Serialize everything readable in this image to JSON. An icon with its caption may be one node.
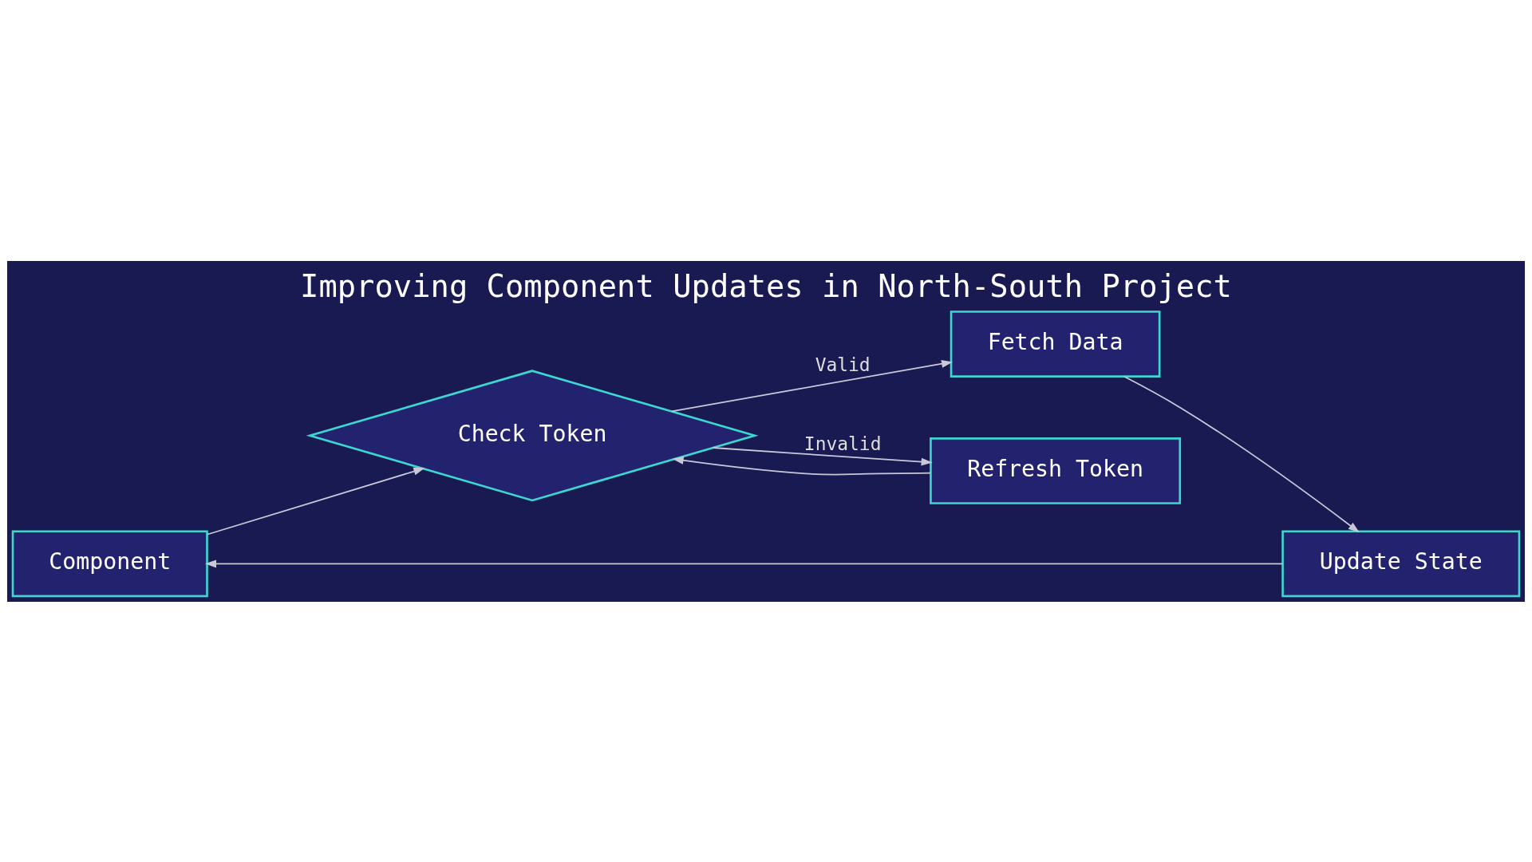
{
  "diagram": {
    "title": "Improving Component Updates in North-South Project",
    "nodes": [
      {
        "text": [
          "Component"
        ]
      },
      {
        "text": [
          "Check Token"
        ]
      },
      {
        "text": [
          "Fetch Data"
        ]
      },
      {
        "text": [
          "Refresh Token"
        ]
      },
      {
        "text": [
          "Update State"
        ]
      }
    ],
    "edges": [
      {
        "from": 0,
        "to": 1,
        "arrow": "to"
      },
      {
        "from": 1,
        "to": 2,
        "arrow": "to",
        "label": "Valid"
      },
      {
        "from": 1,
        "to": 3,
        "arrow": "to",
        "label": "Invalid"
      },
      {
        "from": 3,
        "to": 1,
        "arrow": "to"
      },
      {
        "from": 2,
        "to": 4,
        "arrow": "to"
      },
      {
        "from": 4,
        "to": 0,
        "arrow": "to"
      }
    ]
  }
}
